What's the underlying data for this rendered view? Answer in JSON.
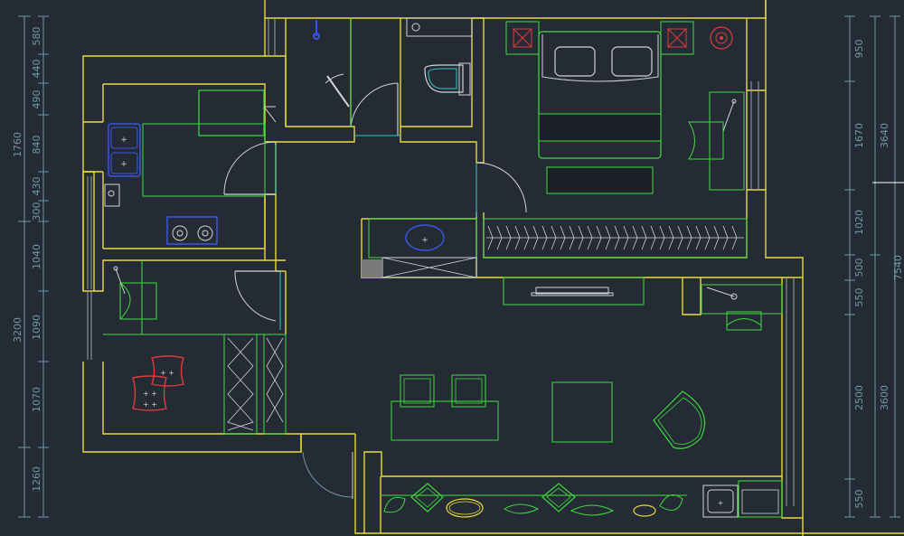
{
  "colors": {
    "background": "#252b35",
    "wall": "#e6dc3a",
    "furniture": "#3ddc3d",
    "fixture": "#cfd3d6",
    "accent_red": "#e03b3b",
    "door_cyan": "#34c4c4",
    "blue": "#3a55e0",
    "dimension": "#6f9aa3"
  },
  "dimensions": {
    "left_outer": [
      {
        "id": "l-3200",
        "text": "3200"
      },
      {
        "id": "l-1260",
        "text": "1260"
      },
      {
        "id": "l-1760",
        "text": "1760"
      }
    ],
    "left_inner": [
      {
        "id": "li-580",
        "text": "580"
      },
      {
        "id": "li-440",
        "text": "440"
      },
      {
        "id": "li-490",
        "text": "490"
      },
      {
        "id": "li-840",
        "text": "840"
      },
      {
        "id": "li-430",
        "text": "430"
      },
      {
        "id": "li-300",
        "text": "300"
      },
      {
        "id": "li-1040",
        "text": "1040"
      },
      {
        "id": "li-1090",
        "text": "1090"
      },
      {
        "id": "li-1070",
        "text": "1070"
      }
    ],
    "right_inner": [
      {
        "id": "ri-950",
        "text": "950"
      },
      {
        "id": "ri-1670",
        "text": "1670"
      },
      {
        "id": "ri-1020",
        "text": "1020"
      },
      {
        "id": "ri-500",
        "text": "500"
      },
      {
        "id": "ri-550a",
        "text": "550"
      },
      {
        "id": "ri-2500",
        "text": "2500"
      },
      {
        "id": "ri-550b",
        "text": "550"
      }
    ],
    "right_outer": [
      {
        "id": "ro-3640",
        "text": "3640"
      },
      {
        "id": "ro-3600",
        "text": "3600"
      },
      {
        "id": "ro-7540",
        "text": "7540"
      }
    ]
  }
}
